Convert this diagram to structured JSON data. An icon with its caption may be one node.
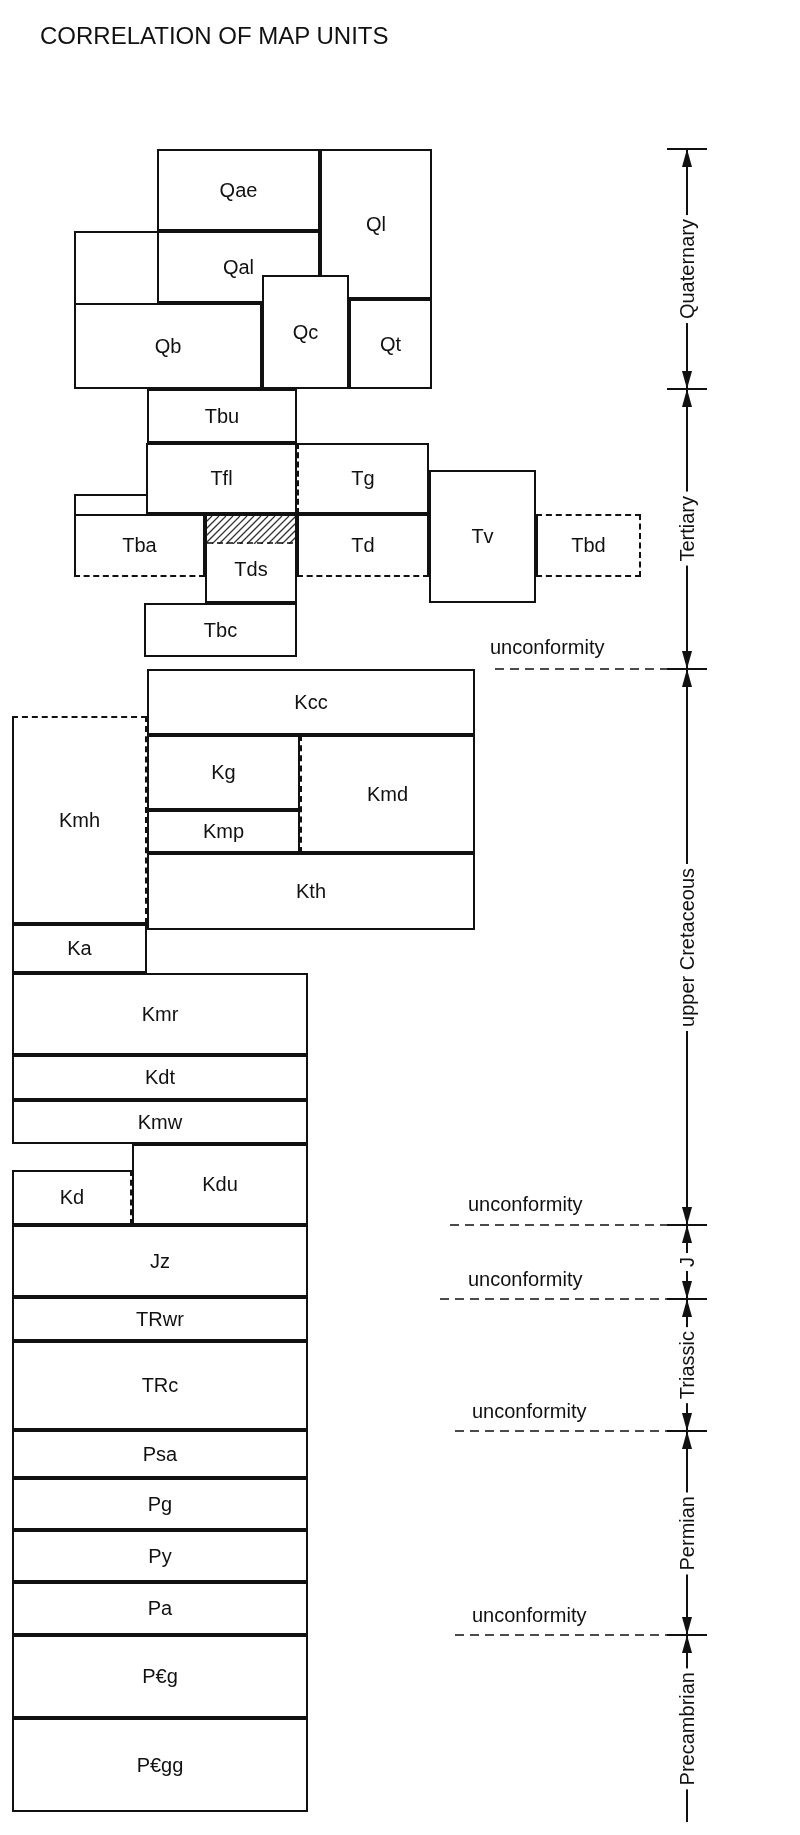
{
  "diagram": {
    "title": "CORRELATION OF MAP UNITS",
    "nodes": [
      {
        "text": [
          "Qae"
        ]
      },
      {
        "text": [
          "Ql"
        ]
      },
      {
        "text": [
          "Qal"
        ]
      },
      {
        "text": [
          "Qb"
        ]
      },
      {
        "text": [
          "Qc"
        ]
      },
      {
        "text": [
          "Qt"
        ]
      },
      {
        "text": [
          "Tbu"
        ]
      },
      {
        "text": [
          "Tfl"
        ]
      },
      {
        "text": [
          "Tg"
        ]
      },
      {
        "text": [
          "Tba"
        ]
      },
      {
        "text": [
          "Tds"
        ]
      },
      {
        "text": [
          "Td"
        ]
      },
      {
        "text": [
          "Tv"
        ]
      },
      {
        "text": [
          "Tbd"
        ]
      },
      {
        "text": [
          "Tbc"
        ]
      },
      {
        "text": [
          "Kcc"
        ]
      },
      {
        "text": [
          "Kg"
        ]
      },
      {
        "text": [
          "Kmh"
        ]
      },
      {
        "text": [
          "Kmd"
        ]
      },
      {
        "text": [
          "Kmp"
        ]
      },
      {
        "text": [
          "Kth"
        ]
      },
      {
        "text": [
          "Ka"
        ]
      },
      {
        "text": [
          "Kmr"
        ]
      },
      {
        "text": [
          "Kdt"
        ]
      },
      {
        "text": [
          "Kmw"
        ]
      },
      {
        "text": [
          "Kdu"
        ]
      },
      {
        "text": [
          "Kd"
        ]
      },
      {
        "text": [
          "Jz"
        ]
      },
      {
        "text": [
          "TRwr"
        ]
      },
      {
        "text": [
          "TRc"
        ]
      },
      {
        "text": [
          "Psa"
        ]
      },
      {
        "text": [
          "Pg"
        ]
      },
      {
        "text": [
          "Py"
        ]
      },
      {
        "text": [
          "Pa"
        ]
      },
      {
        "text": [
          "P€g"
        ]
      },
      {
        "text": [
          "P€gg"
        ]
      }
    ],
    "edges": [],
    "labels": [
      "Quaternary",
      "Tertiary",
      "unconformity",
      "upper Cretaceous",
      "unconformity",
      "J",
      "unconformity",
      "Triassic",
      "unconformity",
      "Permian",
      "unconformity",
      "Precambrian"
    ]
  }
}
